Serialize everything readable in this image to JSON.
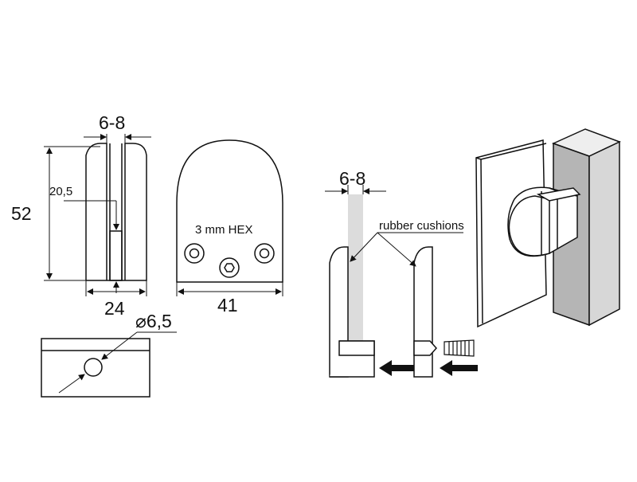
{
  "front_view": {
    "thickness_label": "6-8",
    "height_label": "52",
    "slot_depth_label": "20,5",
    "width_label": "24"
  },
  "side_view": {
    "hex_label": "3 mm HEX",
    "width_label": "41"
  },
  "bottom_view": {
    "hole_label": "⌀6,5"
  },
  "assembly_view": {
    "thickness_label": "6-8",
    "cushion_label": "rubber cushions"
  },
  "colors": {
    "line": "#111111",
    "glass": "#dcdcdc",
    "post": "#b5b5b5"
  }
}
